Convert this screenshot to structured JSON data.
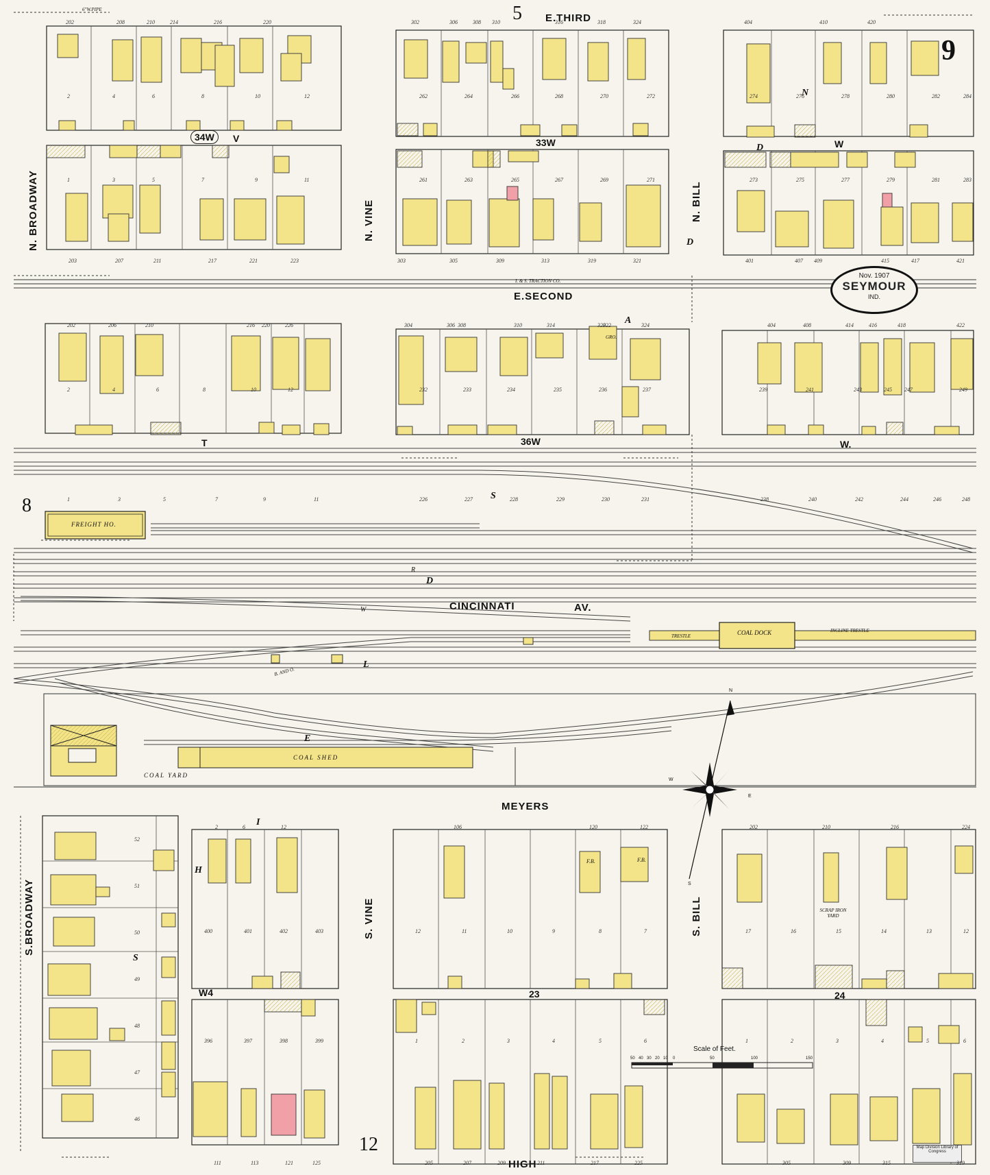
{
  "sheet": {
    "number": "9",
    "adjoining_top": "5",
    "adjoining_left": "8",
    "adjoining_bottom": "12"
  },
  "title_cartouche": {
    "date": "Nov. 1907",
    "town": "SEYMOUR",
    "state": "IND."
  },
  "streets": {
    "e_third": "E.THIRD",
    "e_second": "E.SECOND",
    "cincinnati": "CINCINNATI",
    "av": "AV.",
    "meyers": "MEYERS",
    "high": "HIGH",
    "n_broadway": "N. BROADWAY",
    "n_vine": "N. VINE",
    "n_bill": "N. BILL",
    "s_broadway": "S.BROADWAY",
    "s_vine": "S. VINE",
    "s_bill": "S. BILL"
  },
  "blocks": [
    "34W",
    "33W",
    "36W",
    "W4",
    "23",
    "24"
  ],
  "railroad_letters": {
    "top_v": "V",
    "top_w": "W",
    "mid_t": "T",
    "mid_w": "W.",
    "n": "N",
    "d1": "D",
    "a": "A",
    "d2": "D",
    "s1": "S",
    "r": "R",
    "d3": "D",
    "w": "W",
    "l": "L",
    "e": "E",
    "h": "H",
    "i": "I",
    "s2": "S"
  },
  "features": {
    "freight": "FREIGHT HO.",
    "coal_dock": "COAL DOCK",
    "trestle": "TRESTLE",
    "incline_trestle": "INCLINE TRESTLE",
    "coal_shed": "COAL SHED",
    "coal_yard": "COAL YARD",
    "traction": "I. & S. TRACTION CO.",
    "bando": "B. AND O.",
    "scrap_iron": "SCRAP IRON YARD",
    "gro": "GRO.",
    "fb1": "F.B.",
    "fb2": "F.B.",
    "pipe": "6\"W.PIPE"
  },
  "scale": {
    "title": "Scale of Feet.",
    "ticks": [
      "50",
      "40",
      "30",
      "20",
      "10",
      "0",
      "50",
      "100",
      "150"
    ]
  },
  "compass": {
    "n": "N",
    "s": "S",
    "e": "E",
    "w": "W"
  },
  "stamp": "Map Division Library of Congress",
  "lots": {
    "r1": [
      "2",
      "4",
      "6",
      "8",
      "10",
      "12",
      "262",
      "264",
      "266",
      "268",
      "270",
      "272",
      "274",
      "276",
      "278",
      "280",
      "282",
      "284"
    ],
    "r1_addr": [
      "202",
      "208",
      "210",
      "214",
      "216",
      "220",
      "302",
      "306",
      "308",
      "310",
      "316",
      "318",
      "324",
      "404",
      "410",
      "420"
    ],
    "r2": [
      "1",
      "3",
      "5",
      "7",
      "9",
      "11",
      "261",
      "263",
      "265",
      "267",
      "269",
      "271",
      "273",
      "275",
      "277",
      "279",
      "281",
      "283"
    ],
    "r2_addr": [
      "203",
      "207",
      "211",
      "217",
      "221",
      "223",
      "303",
      "305",
      "309",
      "313",
      "319",
      "321",
      "401",
      "407",
      "409",
      "415",
      "417",
      "421"
    ],
    "r3": [
      "2",
      "4",
      "6",
      "8",
      "10",
      "12",
      "232",
      "233",
      "234",
      "235",
      "236",
      "237",
      "239",
      "241",
      "243",
      "245",
      "247",
      "249"
    ],
    "r3_addr": [
      "202",
      "206",
      "210",
      "216",
      "220",
      "226",
      "304",
      "306",
      "308",
      "310",
      "314",
      "320",
      "322",
      "324",
      "404",
      "408",
      "414",
      "416",
      "418",
      "422"
    ],
    "rail": [
      "1",
      "3",
      "5",
      "7",
      "9",
      "11",
      "226",
      "227",
      "228",
      "229",
      "230",
      "231",
      "238",
      "240",
      "242",
      "244",
      "246",
      "248"
    ],
    "sb": [
      "52",
      "51",
      "50",
      "49",
      "48",
      "47",
      "46"
    ],
    "w4": [
      "400",
      "401",
      "402",
      "403",
      "396",
      "397",
      "398",
      "399"
    ],
    "w4_addr": [
      "2",
      "6",
      "12",
      "111",
      "113",
      "121",
      "125"
    ],
    "b23a": [
      "12",
      "11",
      "10",
      "9",
      "8",
      "7",
      "1",
      "2",
      "3",
      "4",
      "5",
      "6"
    ],
    "b23_addr": [
      "106",
      "120",
      "122",
      "205",
      "207",
      "209",
      "211",
      "217",
      "225"
    ],
    "b24a": [
      "17",
      "16",
      "15",
      "14",
      "13",
      "12",
      "1",
      "2",
      "3",
      "4",
      "5",
      "6"
    ],
    "b24_addr": [
      "202",
      "210",
      "216",
      "224",
      "305",
      "309",
      "315",
      "319"
    ]
  }
}
